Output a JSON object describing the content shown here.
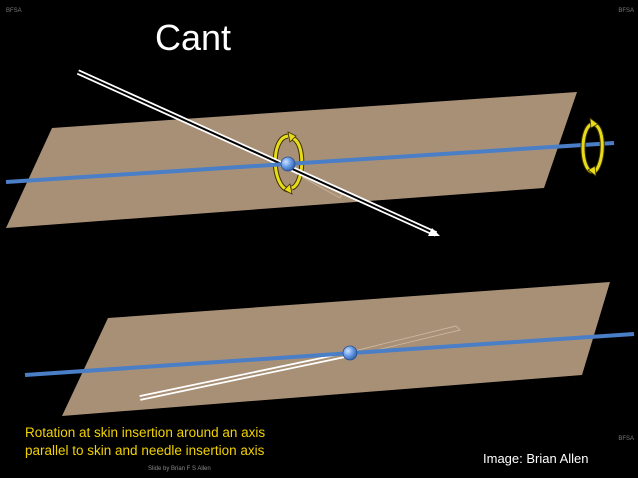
{
  "slide": {
    "title": "Cant",
    "watermark_top_left": "BFSA",
    "watermark_top_right": "BFSA",
    "watermark_right": "BFSA",
    "caption_line1": "Rotation at skin insertion around an axis",
    "caption_line2": "parallel to skin and needle insertion axis",
    "credit_slide": "Slide by Brian F S Allen",
    "credit_image": "Image: Brian Allen"
  },
  "colors": {
    "background": "#000000",
    "skin_plane": "#a89077",
    "axis": "#4a7ec6",
    "needle": "#ffffff",
    "rotation_arrow": "#e8dc1a",
    "caption": "#f2d200"
  },
  "icons": {
    "rotation": "rotation-arrow-icon",
    "pivot": "pivot-point-icon"
  }
}
